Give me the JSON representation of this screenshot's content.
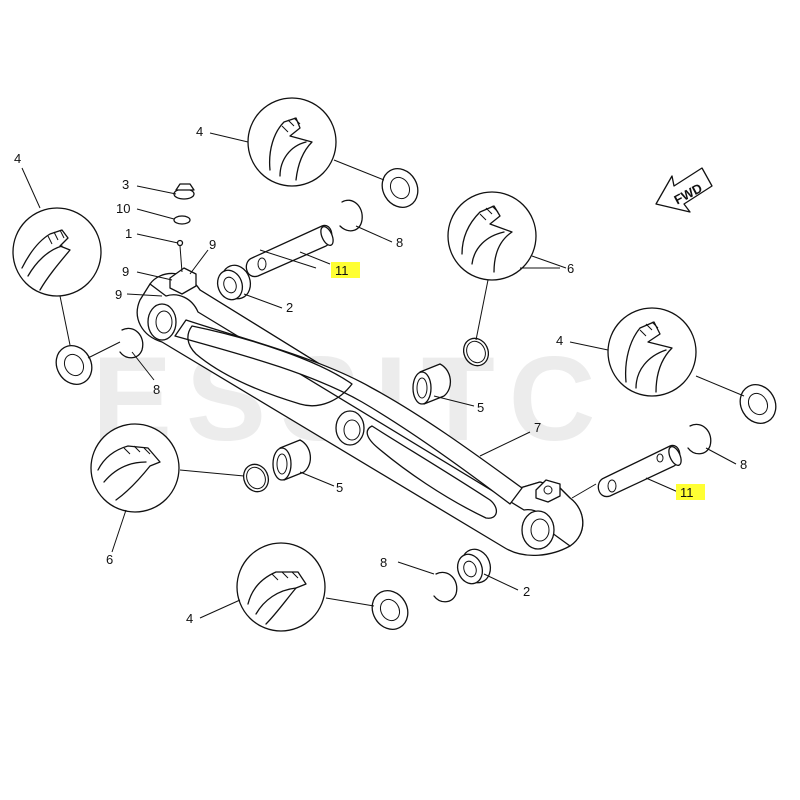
{
  "badge": {
    "text": "FWD"
  },
  "watermark": {
    "text": "ESSITC",
    "color": "#e6e6e6",
    "accent": "#f3c9c9"
  },
  "highlight_color": "#ffff33",
  "callouts": [
    {
      "id": "c4-left",
      "text": "4"
    },
    {
      "id": "c3",
      "text": "3"
    },
    {
      "id": "c10",
      "text": "10"
    },
    {
      "id": "c1",
      "text": "1"
    },
    {
      "id": "c9-a",
      "text": "9"
    },
    {
      "id": "c9-b",
      "text": "9"
    },
    {
      "id": "c9-c",
      "text": "9"
    },
    {
      "id": "c4-top",
      "text": "4"
    },
    {
      "id": "c8-top",
      "text": "8"
    },
    {
      "id": "c11-top",
      "text": "11",
      "highlighted": true
    },
    {
      "id": "c2-top",
      "text": "2"
    },
    {
      "id": "c6-right",
      "text": "6"
    },
    {
      "id": "c8-left",
      "text": "8"
    },
    {
      "id": "c5-upper",
      "text": "5"
    },
    {
      "id": "c4-right",
      "text": "4"
    },
    {
      "id": "c7",
      "text": "7"
    },
    {
      "id": "c8-right",
      "text": "8"
    },
    {
      "id": "c11-right",
      "text": "11",
      "highlighted": true
    },
    {
      "id": "c5-lower",
      "text": "5"
    },
    {
      "id": "c6-left",
      "text": "6"
    },
    {
      "id": "c8-bottom",
      "text": "8"
    },
    {
      "id": "c2-bottom",
      "text": "2"
    },
    {
      "id": "c4-bottom",
      "text": "4"
    }
  ]
}
